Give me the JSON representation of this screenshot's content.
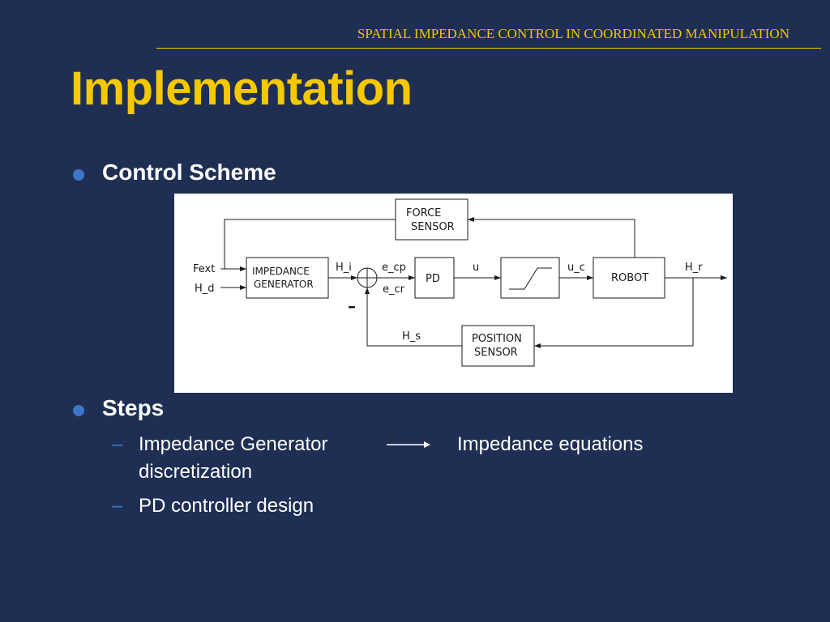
{
  "header": {
    "text": "SPATIAL IMPEDANCE CONTROL IN COORDINATED MANIPULATION"
  },
  "slide": {
    "title": "Implementation"
  },
  "bullets": {
    "control_scheme": "Control Scheme",
    "steps": "Steps",
    "sub_items": {
      "item1_left": "Impedance Generator",
      "item1_right": "Impedance equations",
      "item1_cont": "discretization",
      "item2": "PD controller design",
      "dash": "–"
    }
  },
  "diagram": {
    "blocks": {
      "force_sensor_line1": "FORCE",
      "force_sensor_line2": "SENSOR",
      "impedance_line1": "IMPEDANCE",
      "impedance_line2": "GENERATOR",
      "pd": "PD",
      "robot": "ROBOT",
      "position_line1": "POSITION",
      "position_line2": "SENSOR"
    },
    "signals": {
      "fext": "Fext",
      "h_d": "H_d",
      "h_i": "H_i",
      "e_cp": "e_cp",
      "e_cr": "e_cr",
      "u": "u",
      "u_c": "u_c",
      "h_r": "H_r",
      "h_s": "H_s",
      "minus": "–"
    }
  },
  "colors": {
    "background": "#1f2f54",
    "title": "#f5c800",
    "header": "#f2c500",
    "bullet": "#3e76c4"
  }
}
